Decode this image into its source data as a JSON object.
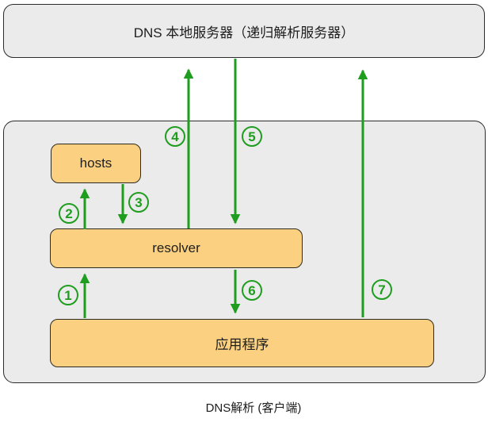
{
  "server_box": {
    "label": "DNS 本地服务器（递归解析服务器）"
  },
  "client": {
    "hosts_label": "hosts",
    "resolver_label": "resolver",
    "application_label": "应用程序"
  },
  "caption": "DNS解析 (客户端)",
  "steps": [
    {
      "num": "1",
      "from": "应用程序",
      "to": "resolver",
      "direction": "up"
    },
    {
      "num": "2",
      "from": "resolver",
      "to": "hosts",
      "direction": "up"
    },
    {
      "num": "3",
      "from": "hosts",
      "to": "resolver",
      "direction": "down"
    },
    {
      "num": "4",
      "from": "resolver",
      "to": "DNS 本地服务器（递归解析服务器）",
      "direction": "up"
    },
    {
      "num": "5",
      "from": "DNS 本地服务器（递归解析服务器）",
      "to": "resolver",
      "direction": "down"
    },
    {
      "num": "6",
      "from": "resolver",
      "to": "应用程序",
      "direction": "down"
    },
    {
      "num": "7",
      "from": "应用程序",
      "to": "DNS 本地服务器（递归解析服务器）",
      "direction": "up"
    }
  ],
  "colors": {
    "gray_fill": "#ebebeb",
    "orange_fill": "#fbd181",
    "arrow_green": "#1f9d1f",
    "border_dark": "#2b2b2b",
    "page_background": "#ffffff"
  }
}
